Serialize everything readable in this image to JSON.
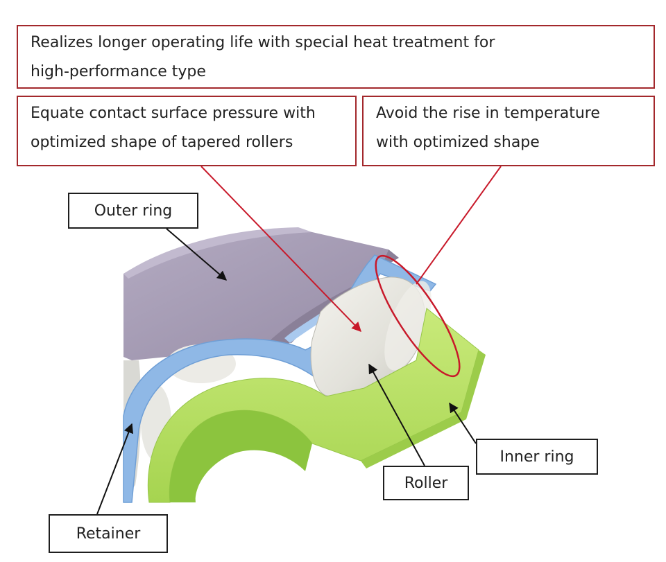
{
  "callouts": {
    "top": {
      "line1": "Realizes longer operating life with special heat treatment for",
      "line2": "high-performance type"
    },
    "left": {
      "line1": "Equate contact surface pressure with",
      "line2": "optimized shape of tapered rollers"
    },
    "right": {
      "line1": "Avoid the rise in temperature",
      "line2": "with optimized shape"
    }
  },
  "labels": {
    "outer_ring": "Outer ring",
    "inner_ring": "Inner ring",
    "roller": "Roller",
    "retainer": "Retainer"
  },
  "colors": {
    "callout_border": "#a3282c",
    "outer_ring": "#a89fb6",
    "retainer": "#8fb8e6",
    "inner_ring": "#bde36a",
    "roller": "#e6e5de",
    "highlight": "#c8192a"
  }
}
